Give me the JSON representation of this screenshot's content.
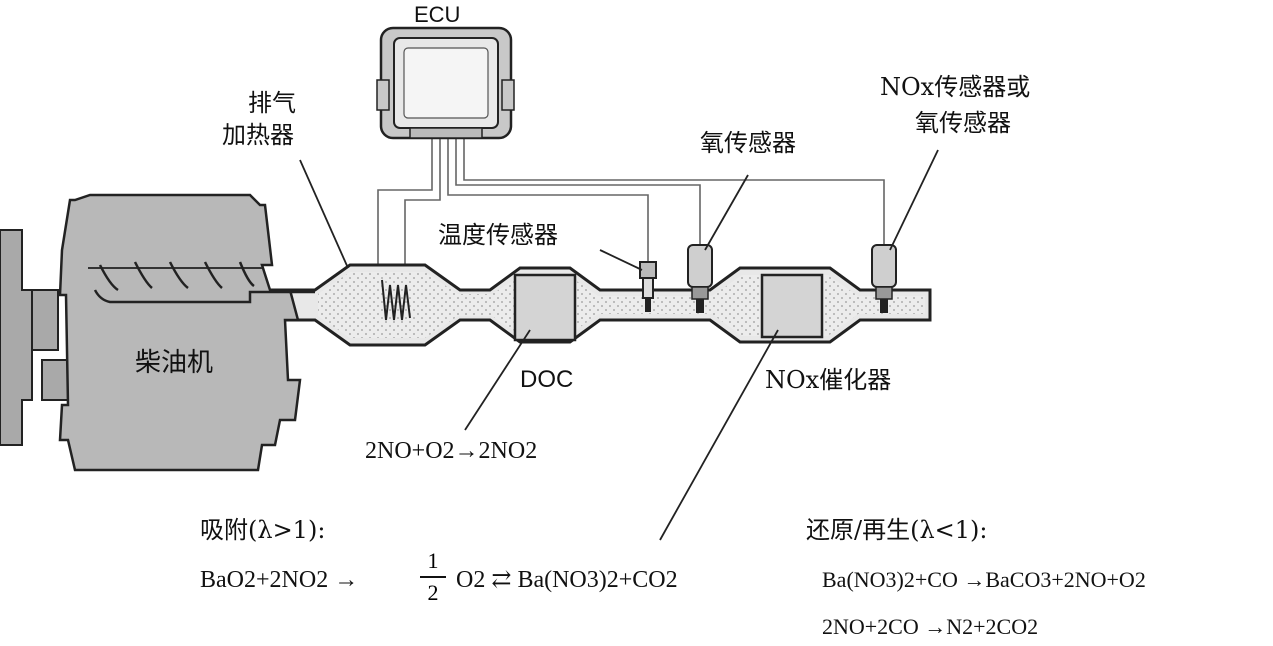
{
  "labels": {
    "ecu": "ECU",
    "exhaust_heater_line1": "排气",
    "exhaust_heater_line2": "加热器",
    "oxygen_sensor": "氧传感器",
    "nox_sensor_line1": "NOx传感器或",
    "nox_sensor_line2": "氧传感器",
    "temperature_sensor": "温度传感器",
    "diesel_engine": "柴油机",
    "doc": "DOC",
    "nox_catalyst": "NOx催化器"
  },
  "equations": {
    "doc_reaction": "2NO+O2→2NO2",
    "adsorption_title": "吸附(λ>1):",
    "adsorption_left": "BaO2+2NO2 →",
    "adsorption_frac_num": "1",
    "adsorption_frac_den": "2",
    "adsorption_right": "O2 ⇄ Ba(NO3)2+CO2",
    "reduction_title": "还原/再生(λ<1):",
    "reduction_eq1": "Ba(NO3)2+CO →BaCO3+2NO+O2",
    "reduction_eq2": "2NO+2CO →N2+2CO2"
  },
  "colors": {
    "engine_fill": "#b8b8b8",
    "stroke": "#222222",
    "catalyst_fill": "#d4d4d4",
    "pipe_fill": "#e6e6e6",
    "wire": "#666666"
  }
}
